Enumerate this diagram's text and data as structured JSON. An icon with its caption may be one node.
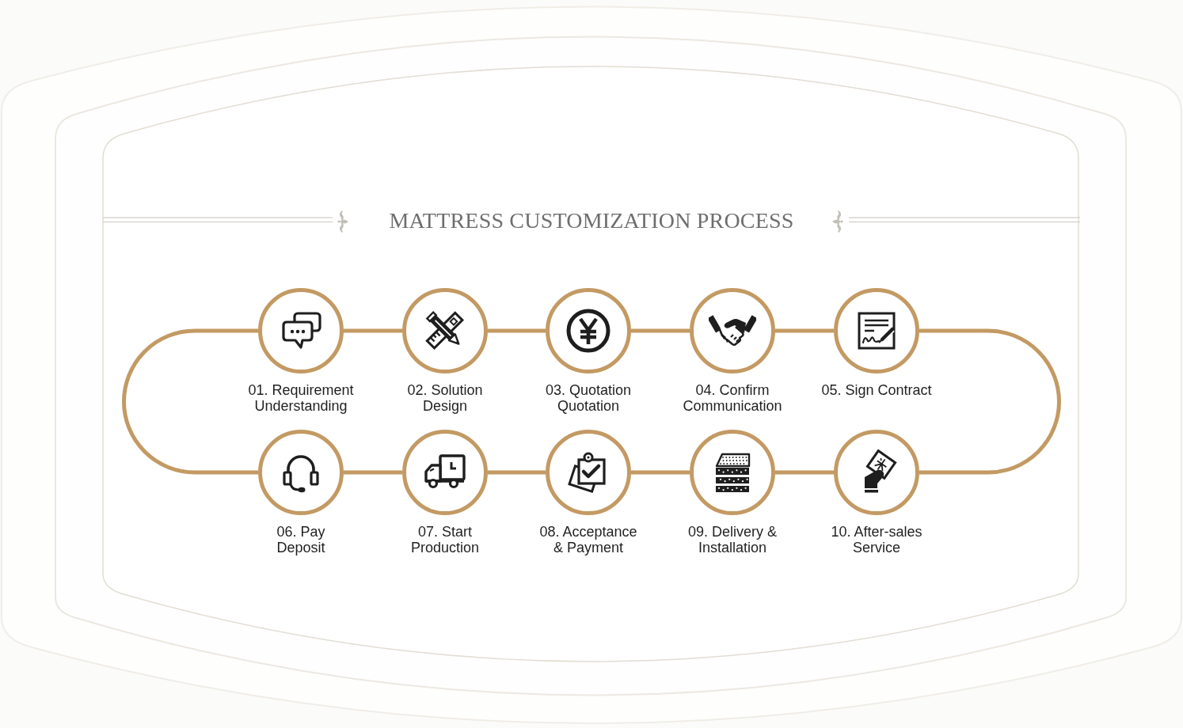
{
  "diagram": {
    "title": "MATTRESS CUSTOMIZATION PROCESS",
    "nodes": [
      {
        "text": [
          "01. Requirement Understanding"
        ]
      },
      {
        "text": [
          "02. Solution Design"
        ]
      },
      {
        "text": [
          "03. Quotation Quotation"
        ]
      },
      {
        "text": [
          "04. Confirm Communication"
        ]
      },
      {
        "text": [
          "05. Sign Contract"
        ]
      },
      {
        "text": [
          "06. Pay Deposit"
        ]
      },
      {
        "text": [
          "07. Start Production"
        ]
      },
      {
        "text": [
          "08. Acceptance & Payment"
        ]
      },
      {
        "text": [
          "09. Delivery & Installation"
        ]
      },
      {
        "text": [
          "10. After-sales Service"
        ]
      }
    ],
    "edges": [
      {
        "from": 0,
        "to": 1,
        "arrow": "none"
      },
      {
        "from": 1,
        "to": 2,
        "arrow": "none"
      },
      {
        "from": 2,
        "to": 3,
        "arrow": "none"
      },
      {
        "from": 3,
        "to": 4,
        "arrow": "none"
      },
      {
        "from": 4,
        "to": 9,
        "arrow": "none"
      },
      {
        "from": 9,
        "to": 8,
        "arrow": "none"
      },
      {
        "from": 8,
        "to": 7,
        "arrow": "none"
      },
      {
        "from": 7,
        "to": 6,
        "arrow": "none"
      },
      {
        "from": 6,
        "to": 5,
        "arrow": "none"
      },
      {
        "from": 5,
        "to": 0,
        "arrow": "none"
      }
    ]
  }
}
